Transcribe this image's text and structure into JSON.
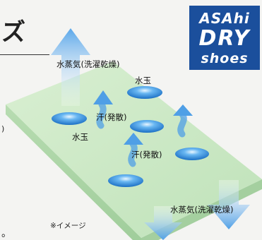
{
  "header": {
    "title_fragment": "ズ"
  },
  "left_fragments": {
    "paren": ")",
    "maru": "。"
  },
  "labels": {
    "vapor_top": "水蒸気(洗濯乾燥)",
    "water_drop_1": "水玉",
    "sweat_1": "汗(発散)",
    "water_drop_2": "水玉",
    "sweat_2": "汗(発散)",
    "vapor_bottom": "水蒸気(洗濯乾燥)",
    "note": "※イメージ"
  },
  "logo": {
    "line1": "ASAhi",
    "line2": "DRY",
    "line3": "shoes"
  },
  "colors": {
    "board_top": "#cfe9c9",
    "board_side": "#a9d3a6",
    "drop": "#2f86d6",
    "arrow": "#62a8e5",
    "logo_bg": "#1b4f9c"
  }
}
